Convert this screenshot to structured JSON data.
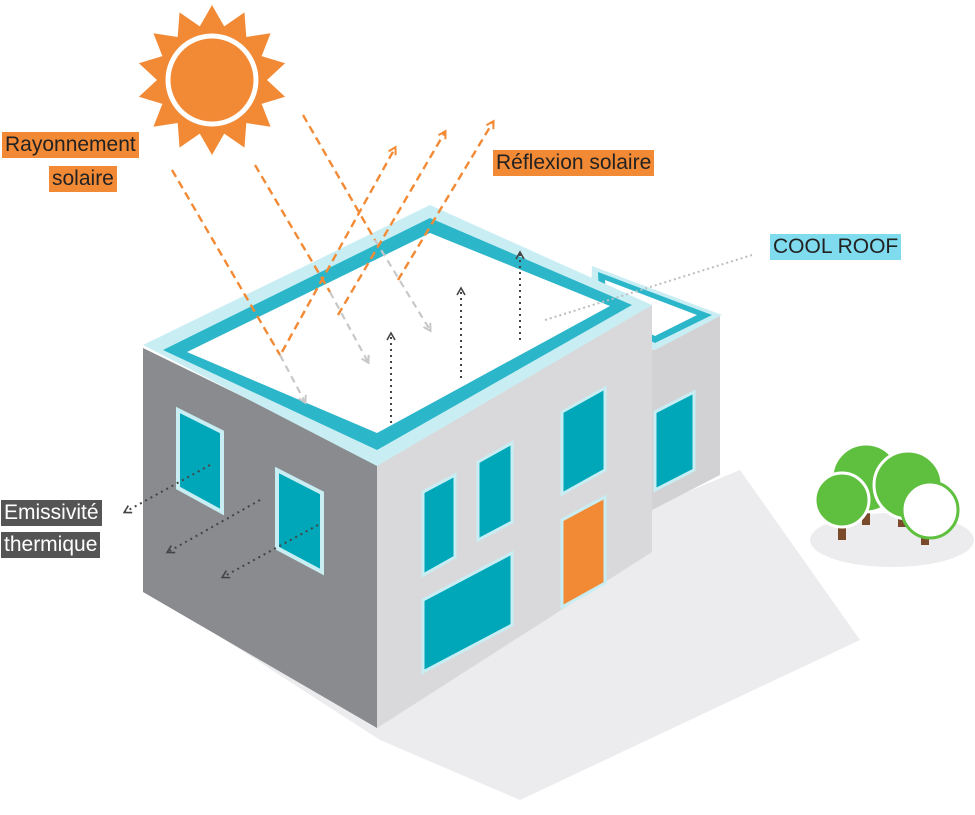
{
  "labels": {
    "solar_radiation_line1": "Rayonnement",
    "solar_radiation_line2": "solaire",
    "solar_reflection": "Réflexion solaire",
    "cool_roof": "COOL ROOF",
    "emissivity_line1": "Emissivité",
    "emissivity_line2": "thermique"
  },
  "colors": {
    "sun": "#f28a35",
    "label_orange": "#f28a35",
    "label_cyan": "#7fdcef",
    "label_grey": "#555555",
    "roof_rim": "#2bb6c9",
    "roof_edge": "#c8eef4",
    "wall_left": "#8a8b8e",
    "wall_right": "#d9d9db",
    "window": "#00a7b8",
    "door": "#f28a35",
    "tree": "#5fbf3f",
    "shadow": "#ececee"
  },
  "icons": [
    "sun-icon",
    "tree-icon"
  ]
}
